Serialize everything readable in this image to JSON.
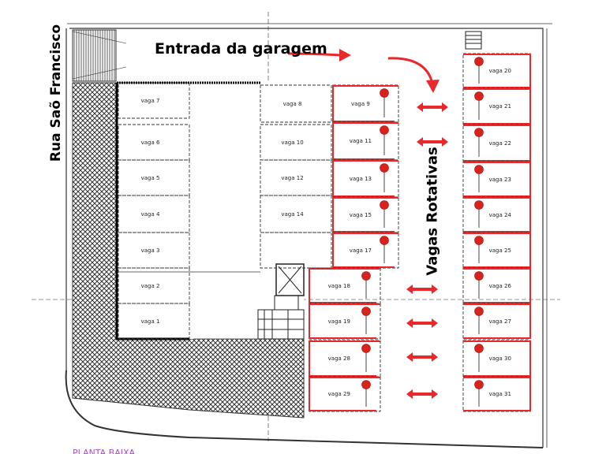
{
  "annotations": {
    "entrance": "Entrada da garagem",
    "street": "Rua Saõ Francisco",
    "rotating_spaces": "Vagas Rotativas",
    "plan_title": "PLANTA BAIXA"
  },
  "colors": {
    "highlight": "#e8282b",
    "pin": "#d8221c",
    "hatch": "#333333",
    "plan_title": "#b04bc8"
  },
  "spaces": [
    {
      "label": "vaga 1",
      "highlighted": false
    },
    {
      "label": "vaga 2",
      "highlighted": false
    },
    {
      "label": "vaga 3",
      "highlighted": false
    },
    {
      "label": "vaga 4",
      "highlighted": false
    },
    {
      "label": "vaga 5",
      "highlighted": false
    },
    {
      "label": "vaga 6",
      "highlighted": false
    },
    {
      "label": "vaga 7",
      "highlighted": false
    },
    {
      "label": "vaga 8",
      "highlighted": false
    },
    {
      "label": "vaga 9",
      "highlighted": true
    },
    {
      "label": "vaga 10",
      "highlighted": false
    },
    {
      "label": "vaga 11",
      "highlighted": true
    },
    {
      "label": "vaga 12",
      "highlighted": false
    },
    {
      "label": "vaga 13",
      "highlighted": true
    },
    {
      "label": "vaga 14",
      "highlighted": false
    },
    {
      "label": "vaga 15",
      "highlighted": true
    },
    {
      "label": "vaga 17",
      "highlighted": true
    },
    {
      "label": "vaga 18",
      "highlighted": true
    },
    {
      "label": "vaga 19",
      "highlighted": true
    },
    {
      "label": "vaga 20",
      "highlighted": true
    },
    {
      "label": "vaga 21",
      "highlighted": true
    },
    {
      "label": "vaga 22",
      "highlighted": true
    },
    {
      "label": "vaga 23",
      "highlighted": true
    },
    {
      "label": "vaga 24",
      "highlighted": true
    },
    {
      "label": "vaga 25",
      "highlighted": true
    },
    {
      "label": "vaga 26",
      "highlighted": true
    },
    {
      "label": "vaga 27",
      "highlighted": true
    },
    {
      "label": "vaga 28",
      "highlighted": true
    },
    {
      "label": "vaga 29",
      "highlighted": true
    },
    {
      "label": "vaga 30",
      "highlighted": true
    },
    {
      "label": "vaga 31",
      "highlighted": true
    }
  ]
}
